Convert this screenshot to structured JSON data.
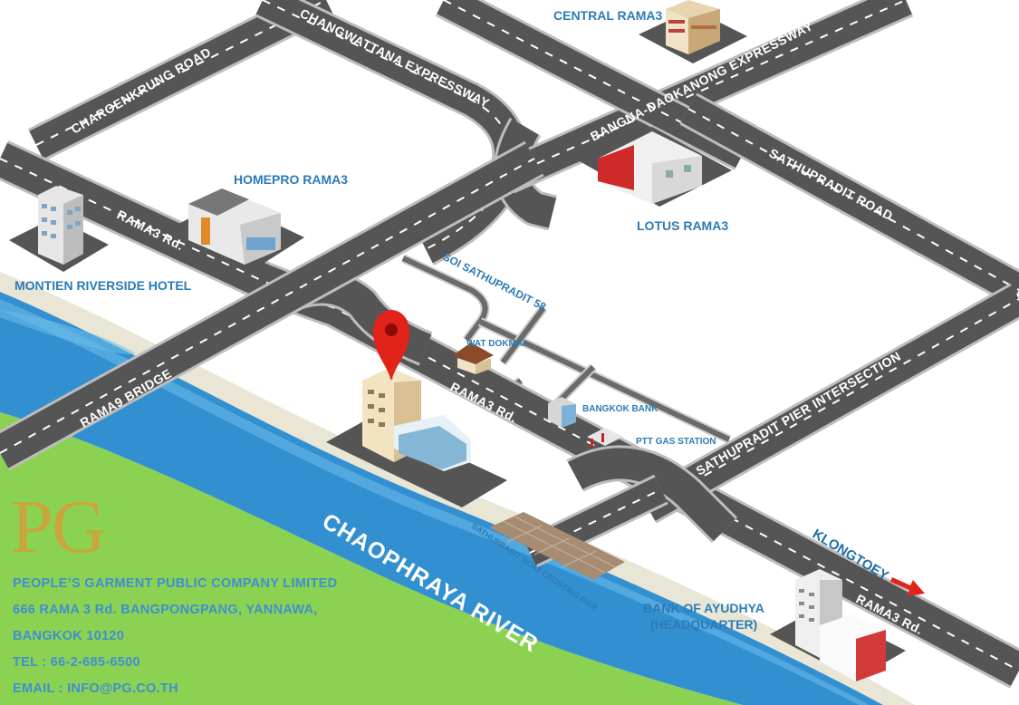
{
  "roads": {
    "charoenkrung": "CHAROENKRUNG ROAD",
    "changwattana": "CHANGWATTANA EXPRESSWAY",
    "bangna": "BANGNA-DAOKANONG EXPRESSWAY",
    "sathupradit_road": "SATHUPRADIT ROAD",
    "rama3_upper": "RAMA3 Rd.",
    "rama3_middle": "RAMA3 Rd.",
    "rama3_lower": "RAMA3 Rd.",
    "rama9_bridge": "RAMA9 BRIDGE",
    "soi58": "SOI SATHUPRADIT 58",
    "pier_intersection": "SATHUPRADIT PIER INTERSECTION"
  },
  "places": {
    "central": "CENTRAL RAMA3",
    "homepro": "HOMEPRO RAMA3",
    "lotus": "LOTUS RAMA3",
    "montien": "MONTIEN RIVERSIDE HOTEL",
    "wat_dokmai": "WAT DOKMAI",
    "bangkok_bank": "BANGKOK BANK",
    "ptt": "PTT GAS STATION",
    "pier": "SATHUPRADIT BOAT CROSSING PIER",
    "ayudhya_line1": "BANK OF AYUDHYA",
    "ayudhya_line2": "(HEADQUARTER)"
  },
  "river": "CHAOPHRAYA RIVER",
  "direction": "KLONGTOEY",
  "company": {
    "logo": "PG",
    "name": "PEOPLE’S GARMENT PUBLIC COMPANY LIMITED",
    "address1": "666 RAMA 3 Rd. BANGPONGPANG, YANNAWA,",
    "address2": "BANGKOK 10120",
    "tel": "TEL : 66-2-685-6500",
    "email": "EMAIL : INFO@PG.CO.TH"
  },
  "colors": {
    "road": "#555555",
    "river": "#3390d0",
    "grass": "#8cd252",
    "label": "#2c7bb6",
    "marker": "#e2231a",
    "logo": "#c9a63c"
  }
}
